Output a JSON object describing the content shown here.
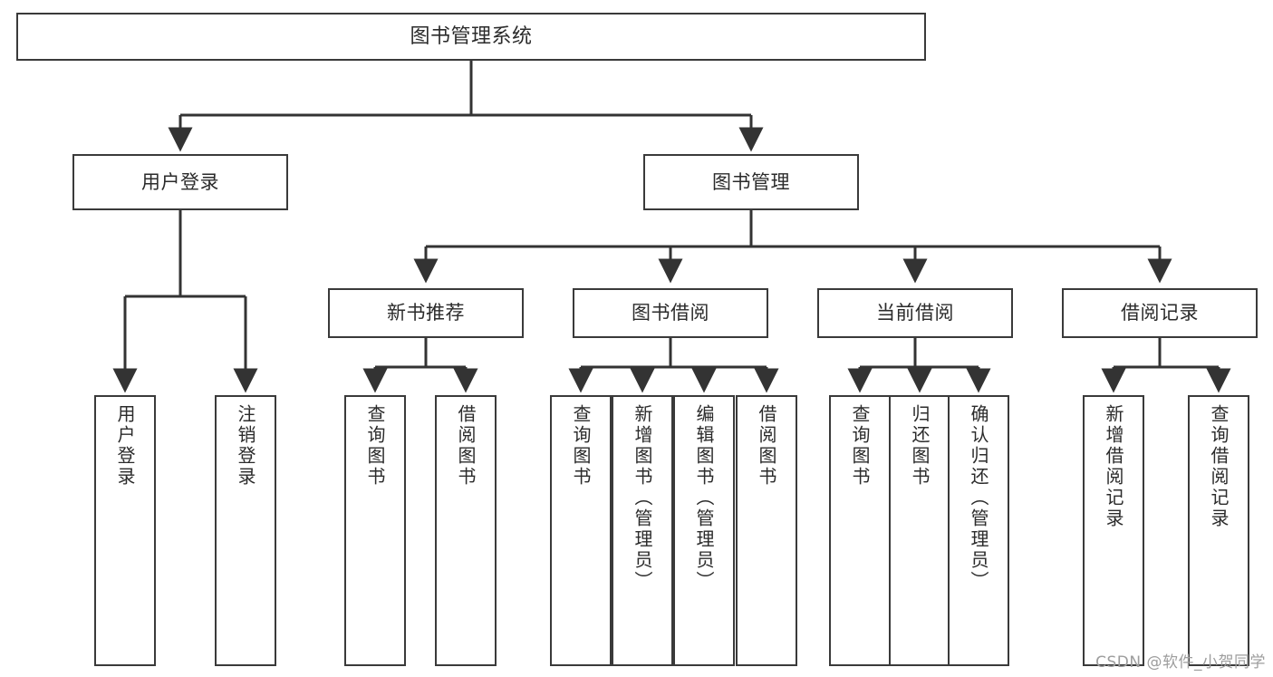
{
  "diagram": {
    "title": "图书管理系统",
    "type": "tree-hierarchy",
    "watermark": "CSDN @软件_小贺同学",
    "colors": {
      "background": "#ffffff",
      "box_border": "#3a3a3a",
      "box_fill": "#ffffff",
      "text": "#2b2b2b",
      "connector": "#333333",
      "watermark": "#9d9d9d"
    },
    "levels": {
      "root": {
        "label": "图书管理系统"
      },
      "level2": [
        {
          "label": "用户登录"
        },
        {
          "label": "图书管理"
        }
      ],
      "level3": [
        {
          "label": "新书推荐"
        },
        {
          "label": "图书借阅"
        },
        {
          "label": "当前借阅"
        },
        {
          "label": "借阅记录"
        }
      ],
      "leaves": {
        "user_login": [
          {
            "label": "用户登录"
          },
          {
            "label": "注销登录"
          }
        ],
        "new_book_recommend": [
          {
            "label": "查询图书"
          },
          {
            "label": "借阅图书"
          }
        ],
        "book_borrow": [
          {
            "label": "查询图书"
          },
          {
            "label": "新增图书（管理员）"
          },
          {
            "label": "编辑图书（管理员）"
          },
          {
            "label": "借阅图书"
          }
        ],
        "current_borrow": [
          {
            "label": "查询图书"
          },
          {
            "label": "归还图书"
          },
          {
            "label": "确认归还（管理员）"
          }
        ],
        "borrow_record": [
          {
            "label": "新增借阅记录"
          },
          {
            "label": "查询借阅记录"
          }
        ]
      }
    }
  }
}
